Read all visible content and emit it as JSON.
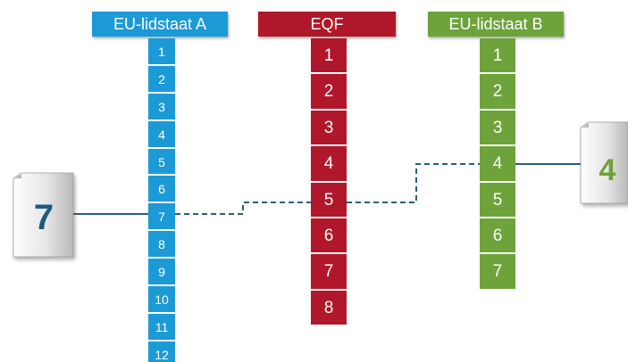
{
  "diagram": {
    "columns": {
      "member_state_a": {
        "title": "EU-lidstaat A",
        "levels": [
          "1",
          "2",
          "3",
          "4",
          "5",
          "6",
          "7",
          "8",
          "9",
          "10",
          "11",
          "12"
        ],
        "color": "#1c9ad6"
      },
      "eqf": {
        "title": "EQF",
        "levels": [
          "1",
          "2",
          "3",
          "4",
          "5",
          "6",
          "7",
          "8"
        ],
        "color": "#b0172a"
      },
      "member_state_b": {
        "title": "EU-lidstaat B",
        "levels": [
          "1",
          "2",
          "3",
          "4",
          "5",
          "6",
          "7"
        ],
        "color": "#6da33a"
      }
    },
    "documents": {
      "left": {
        "value": "7",
        "color": "#1d5b7c"
      },
      "right": {
        "value": "4",
        "color": "#6da33a"
      }
    },
    "connection": {
      "from_level_a": "7",
      "eqf_level": "5",
      "to_level_b": "4",
      "line_color": "#2a5f78"
    }
  }
}
